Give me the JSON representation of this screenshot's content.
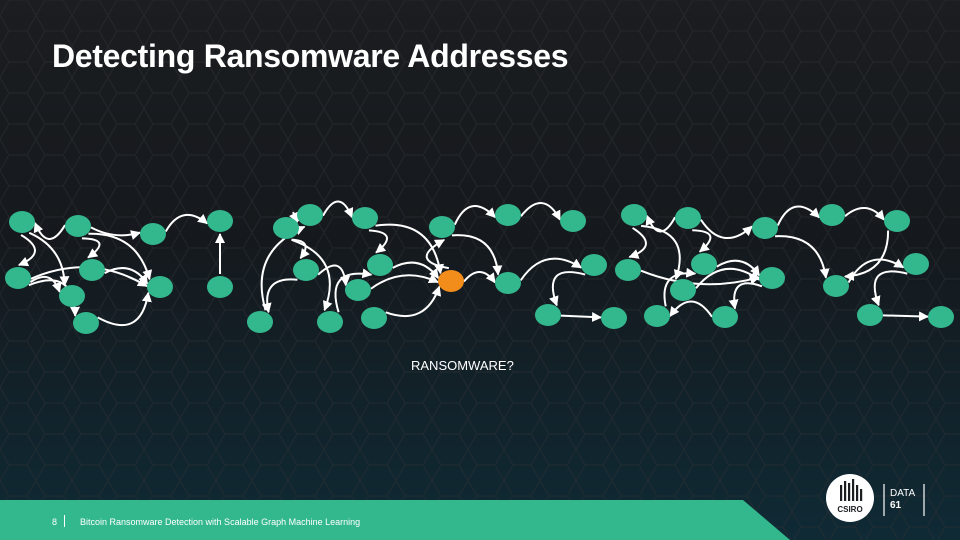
{
  "slide": {
    "title": "Detecting Ransomware Addresses",
    "ransomware_label": "RANSOMWARE?",
    "page_number": "8",
    "footer_text": "Bitcoin Ransomware Detection with Scalable Graph Machine Learning"
  },
  "logos": {
    "csiro": "CSIRO",
    "data61_line1": "DATA",
    "data61_line2": "61"
  },
  "colors": {
    "node": "#33b88e",
    "highlight_node": "#f28c1a",
    "edge": "#ffffff",
    "footer": "#33b88e"
  },
  "graph": {
    "highlight_node_id": "c10"
  }
}
